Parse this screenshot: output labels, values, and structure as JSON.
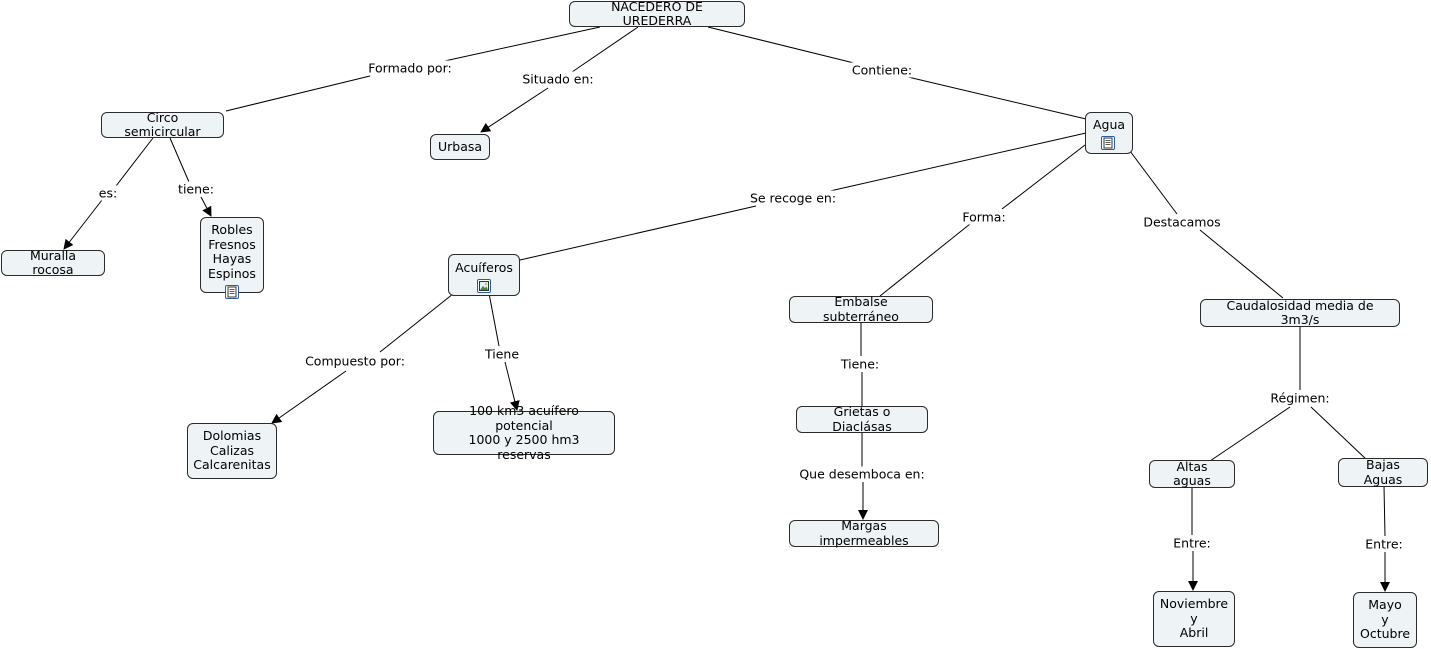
{
  "concept_map": {
    "nodes": {
      "root": "NACEDERO DE UREDERRA",
      "circo": "Circo semicircular",
      "urbasa": "Urbasa",
      "agua": "Agua",
      "muralla": "Muralla rocosa",
      "robles": "Robles\nFresnos\nHayas\nEspinos",
      "acuiferos": "Acuíferos",
      "embalse": "Embalse subterráneo",
      "caudal": "Caudalosidad media de 3m3/s",
      "dolomias": "Dolomias\nCalizas\nCalcarenitas",
      "acuifero_potencial": "100 km3 acuífero potencial\n1000 y 2500 hm3 reservas",
      "grietas": "Grietas o Diaclásas",
      "margas": "Margas impermeables",
      "altas": "Altas aguas",
      "bajas": "Bajas Aguas",
      "noviembre": "Noviembre\ny\nAbril",
      "mayo": "Mayo\ny\nOctubre"
    },
    "links": {
      "formado": "Formado por:",
      "situado": "Situado en:",
      "contiene": "Contiene:",
      "es": "es:",
      "tiene1": "tiene:",
      "recoge": "Se recoge en:",
      "forma": "Forma:",
      "destacamos": "Destacamos",
      "compuesto": "Compuesto por:",
      "tiene2": "Tiene",
      "tiene3": "Tiene:",
      "desemboca": "Que desemboca en:",
      "regimen": "Régimen:",
      "entre1": "Entre:",
      "entre2": "Entre:"
    },
    "resource_icons": {
      "agua": "document-icon",
      "robles": "document-icon",
      "acuiferos": "image-icon"
    }
  },
  "colors": {
    "node_fill": "#eef3f6",
    "node_border": "#2b2b2b",
    "line": "#000000",
    "icon_border": "#2a5aa0"
  }
}
